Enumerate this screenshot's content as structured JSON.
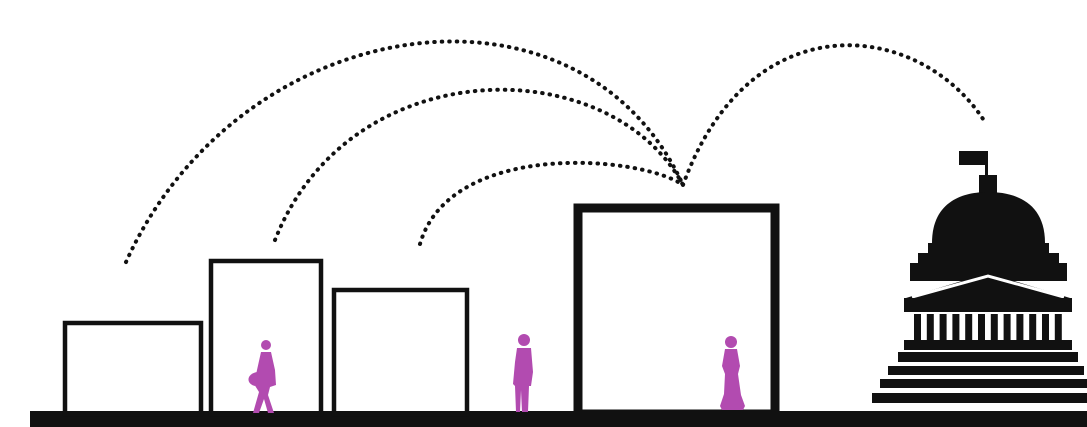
{
  "colors": {
    "ink": "#111111",
    "figure": "#b24bb0",
    "background": "#ffffff"
  },
  "diagram": {
    "buildings": [
      {
        "id": "building-small-left",
        "type": "outline-box"
      },
      {
        "id": "building-tall",
        "type": "outline-box"
      },
      {
        "id": "building-medium",
        "type": "outline-box"
      },
      {
        "id": "building-large",
        "type": "outline-box"
      },
      {
        "id": "capitol",
        "type": "capitol-icon"
      }
    ],
    "people": [
      {
        "id": "person-walking",
        "in": "building-tall"
      },
      {
        "id": "person-standing",
        "in": "street"
      },
      {
        "id": "person-robed",
        "in": "building-large"
      }
    ],
    "connections": [
      {
        "from": "building-small-left",
        "to": "building-large",
        "style": "dotted-arc"
      },
      {
        "from": "building-tall",
        "to": "building-large",
        "style": "dotted-arc"
      },
      {
        "from": "building-medium",
        "to": "building-large",
        "style": "dotted-arc"
      },
      {
        "from": "building-large",
        "to": "capitol",
        "style": "dotted-arc"
      }
    ],
    "icons": [
      "flag-icon",
      "dome-icon",
      "column-icon",
      "steps-icon",
      "person-icon"
    ]
  }
}
